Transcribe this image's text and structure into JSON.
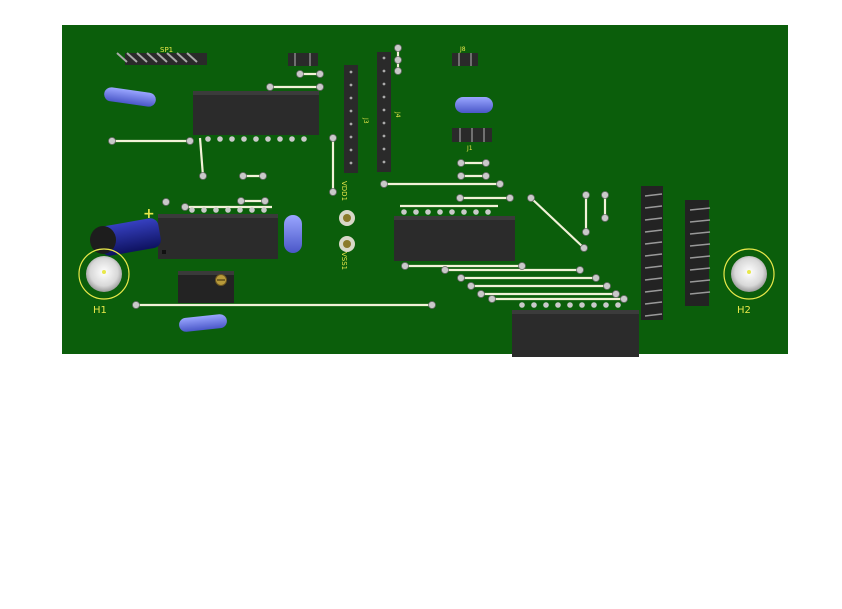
{
  "board": {
    "title": "",
    "colors": {
      "pcb": "#0b5e0b",
      "trace": "#f2f2d8",
      "silk": "#e8e84a",
      "ic": "#2b2b2b",
      "cap_blue": "#6f7fe0",
      "cap_dark": "#1a1f8a",
      "pad": "#c9c9c9"
    }
  },
  "labels": {
    "sp1": "SP1",
    "j8": "J8",
    "j3": "J3",
    "j4": "J4",
    "j1": "J1",
    "vdd1": "VDD1",
    "vss1": "VSS1",
    "polarity": "+",
    "h1": "H1",
    "h2": "H2"
  }
}
